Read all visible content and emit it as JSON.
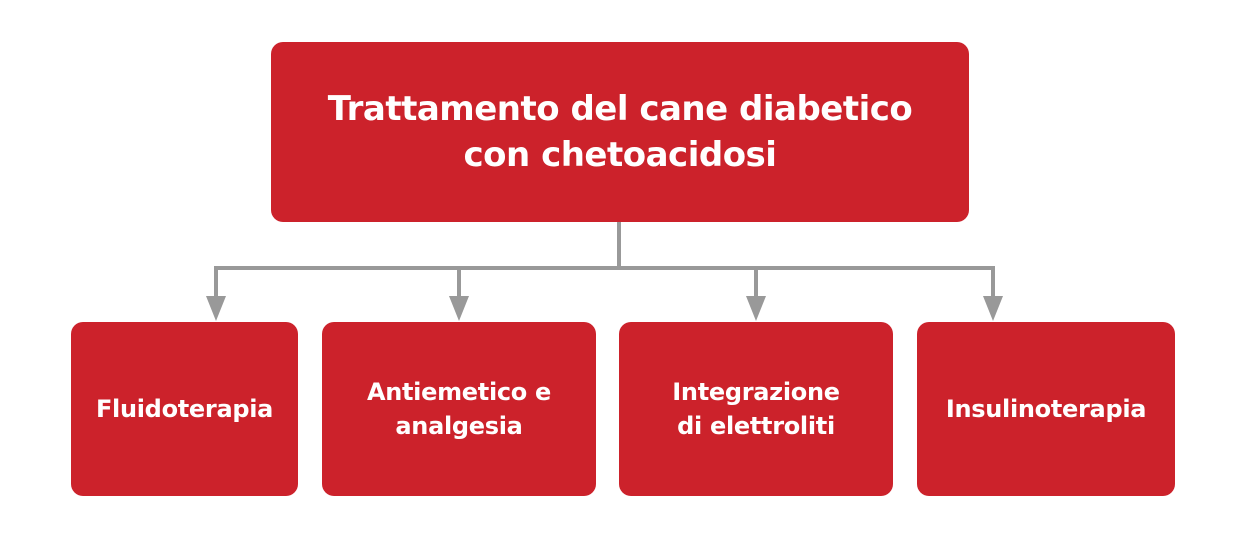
{
  "diagram": {
    "root": {
      "title_line1": "Trattamento del cane diabetico",
      "title_line2": "con chetoacidosi"
    },
    "children": [
      {
        "line1": "Fluidoterapia",
        "line2": ""
      },
      {
        "line1": "Antiemetico e",
        "line2": "analgesia"
      },
      {
        "line1": "Integrazione",
        "line2": "di elettroliti"
      },
      {
        "line1": "Insulinoterapia",
        "line2": ""
      }
    ],
    "colors": {
      "box_fill": "#cc222b",
      "text": "#ffffff",
      "connector": "#999999"
    }
  }
}
